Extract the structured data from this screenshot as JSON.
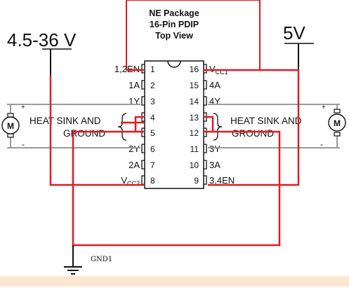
{
  "colors": {
    "background": "#ffffff",
    "bottom_strip": "#fbe6d2",
    "red_wire": "#e01b24",
    "black_wire": "#111111"
  },
  "package": {
    "line1": "NE Package",
    "line2": "16-Pin PDIP",
    "line3": "Top View"
  },
  "supply_left": {
    "label": "4.5-36 V"
  },
  "supply_right": {
    "label": "5V"
  },
  "pins_left": [
    {
      "num": "1",
      "name": "1,2EN"
    },
    {
      "num": "2",
      "name": "1A"
    },
    {
      "num": "3",
      "name": "1Y"
    },
    {
      "num": "4",
      "name": ""
    },
    {
      "num": "5",
      "name": ""
    },
    {
      "num": "6",
      "name": "2Y"
    },
    {
      "num": "7",
      "name": "2A"
    },
    {
      "num": "8",
      "name": "V"
    }
  ],
  "pins_right": [
    {
      "num": "16",
      "name": "V"
    },
    {
      "num": "15",
      "name": "4A"
    },
    {
      "num": "14",
      "name": "4Y"
    },
    {
      "num": "13",
      "name": ""
    },
    {
      "num": "12",
      "name": ""
    },
    {
      "num": "11",
      "name": "3Y"
    },
    {
      "num": "10",
      "name": "3A"
    },
    {
      "num": "9",
      "name": "3,4EN"
    }
  ],
  "vcc_subscripts": {
    "pin8": "CC2",
    "pin16": "CC1"
  },
  "heat_sink": {
    "left_line1": "HEAT SINK AND",
    "left_line2": "GROUND",
    "right_line1": "HEAT SINK AND",
    "right_line2": "GROUND"
  },
  "motor_left": {
    "label": "M",
    "plus": "+",
    "minus": "-"
  },
  "motor_right": {
    "label": "M",
    "plus": "+",
    "minus": "-"
  },
  "ground": {
    "label": "GND1"
  }
}
